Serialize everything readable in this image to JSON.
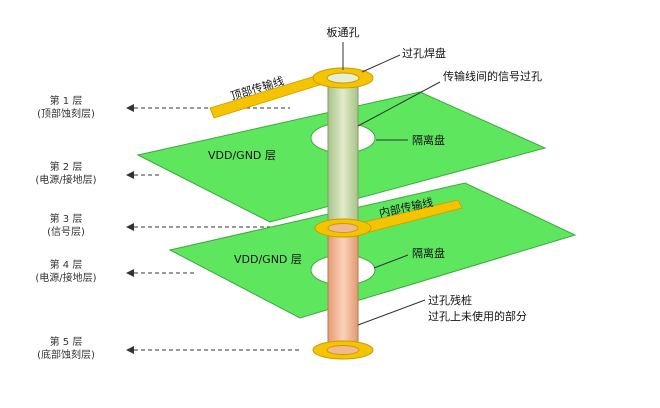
{
  "layers": [
    {
      "name": "第 1 层",
      "desc": "(顶部蚀刻层)"
    },
    {
      "name": "第 2 层",
      "desc": "(电源/接地层)"
    },
    {
      "name": "第 3 层",
      "desc": "(信号层)"
    },
    {
      "name": "第 4 层",
      "desc": "(电源/接地层)"
    },
    {
      "name": "第 5 层",
      "desc": "(底部蚀刻层)"
    }
  ],
  "plane_labels": [
    "VDD/GND 层",
    "VDD/GND 层"
  ],
  "annotations": {
    "through_hole": "板通孔",
    "via_pad": "过孔焊盘",
    "top_trace": "顶部传输线",
    "signal_via": "传输线间的信号过孔",
    "antipad_1": "隔离盘",
    "inner_trace": "内部传输线",
    "antipad_2": "隔离盘",
    "stub_line1": "过孔残桩",
    "stub_line2": "过孔上未使用的部分"
  },
  "colors": {
    "plane": "#5fe65f",
    "pad": "#f5c400",
    "barrel_upper": "#cfe0b0",
    "barrel_lower": "#f2b894"
  }
}
